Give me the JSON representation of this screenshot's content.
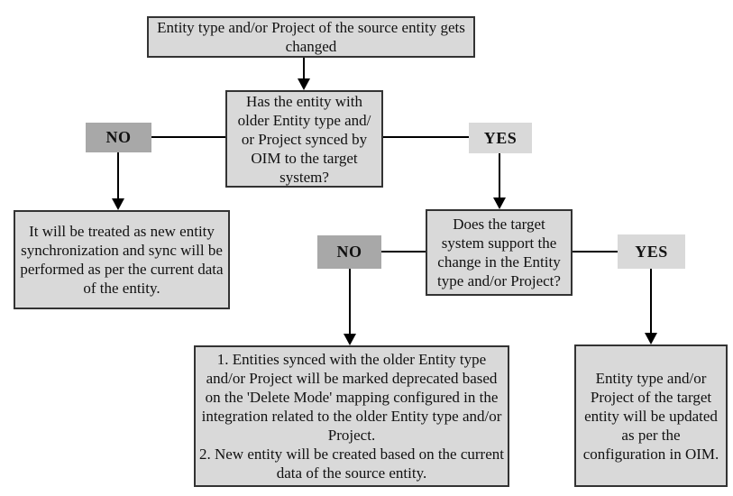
{
  "diagram": {
    "colors": {
      "box_fill": "#d9d9d9",
      "box_border": "#333333",
      "no_fill": "#a8a8a8",
      "yes_fill": "#d9d9d9",
      "line": "#000000",
      "text": "#111111",
      "bg": "#ffffff"
    },
    "nodes": {
      "start": {
        "text": "Entity type and/or Project of the source entity gets changed"
      },
      "decision1": {
        "text": "Has the entity with older Entity type and/ or Project synced by OIM to the target system?"
      },
      "no1": {
        "label": "NO"
      },
      "yes1": {
        "label": "YES"
      },
      "result_no1": {
        "text": "It will be treated as new entity synchronization and sync will be performed as per the current data of the entity."
      },
      "decision2": {
        "text": "Does the target system support the change in the Entity type and/or Project?"
      },
      "no2": {
        "label": "NO"
      },
      "yes2": {
        "label": "YES"
      },
      "result_no2": {
        "items": [
          "1. Entities synced with the older Entity type and/or Project will be marked deprecated based on the 'Delete Mode' mapping configured in the integration related to the older Entity type and/or Project.",
          "2. New entity will be created based on the current data of the source entity."
        ]
      },
      "result_yes2": {
        "text": "Entity type and/or Project of the target entity will be updated as per the configuration in OIM."
      }
    }
  }
}
